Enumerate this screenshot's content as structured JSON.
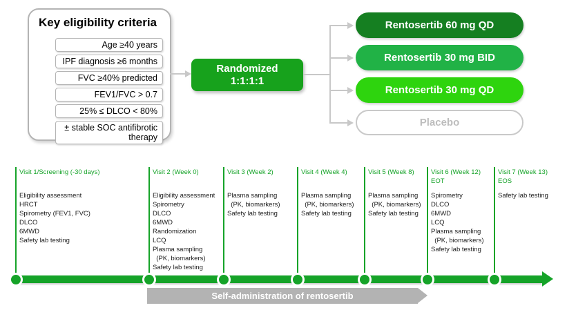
{
  "eligibility": {
    "title": "Key eligibility criteria",
    "criteria": [
      "Age ≥40 years",
      "IPF diagnosis ≥6 months",
      "FVC ≥40% predicted",
      "FEV1/FVC > 0.7",
      "25% ≤ DLCO < 80%",
      "± stable SOC antifibrotic therapy"
    ]
  },
  "randomized": {
    "line1": "Randomized",
    "line2": "1:1:1:1"
  },
  "arms": [
    {
      "label": "Rentosertib 60 mg QD",
      "fill": "#157f21",
      "text": "#ffffff",
      "border": ""
    },
    {
      "label": "Rentosertib 30 mg BID",
      "fill": "#21b246",
      "text": "#ffffff",
      "border": ""
    },
    {
      "label": "Rentosertib 30 mg QD",
      "fill": "#2ed40e",
      "text": "#ffffff",
      "border": ""
    },
    {
      "label": "Placebo",
      "fill": "#ffffff",
      "text": "#bdbdbd",
      "border": "#c9c9c9"
    }
  ],
  "schedule": {
    "visits": [
      {
        "title": "Visit 1/Screening (-30 days)",
        "subtitle": "",
        "items": [
          "Eligibility assessment",
          "HRCT",
          "Spirometry (FEV1, FVC)",
          "DLCO",
          "6MWD",
          "Safety lab testing"
        ]
      },
      {
        "title": "Visit 2 (Week 0)",
        "subtitle": "",
        "items": [
          "Eligibility assessment",
          "Spirometry",
          "DLCO",
          "6MWD",
          "Randomization",
          "LCQ",
          "Plasma sampling",
          "  (PK, biomarkers)",
          "Safety lab testing"
        ]
      },
      {
        "title": "Visit 3 (Week 2)",
        "subtitle": "",
        "items": [
          "Plasma sampling",
          "  (PK, biomarkers)",
          "Safety lab testing"
        ]
      },
      {
        "title": "Visit 4 (Week 4)",
        "subtitle": "",
        "items": [
          "Plasma sampling",
          "  (PK, biomarkers)",
          "Safety lab testing"
        ]
      },
      {
        "title": "Visit 5 (Week 8)",
        "subtitle": "",
        "items": [
          "Plasma sampling",
          "  (PK, biomarkers)",
          "Safety lab testing"
        ]
      },
      {
        "title": "Visit 6 (Week 12)",
        "subtitle": "EOT",
        "items": [
          "Spirometry",
          "DLCO",
          "6MWD",
          "LCQ",
          "Plasma sampling",
          "  (PK, biomarkers)",
          "Safety lab testing"
        ]
      },
      {
        "title": "Visit 7 (Week 13)",
        "subtitle": "EOS",
        "items": [
          "Safety lab testing"
        ]
      }
    ],
    "self_admin_label": "Self-administration of rentosertib"
  },
  "colors": {
    "accent_green": "#15a328",
    "randomized_green": "#17a21c",
    "connector_gray": "#c8c8c8",
    "arrow_gray": "#b3b3b3"
  }
}
